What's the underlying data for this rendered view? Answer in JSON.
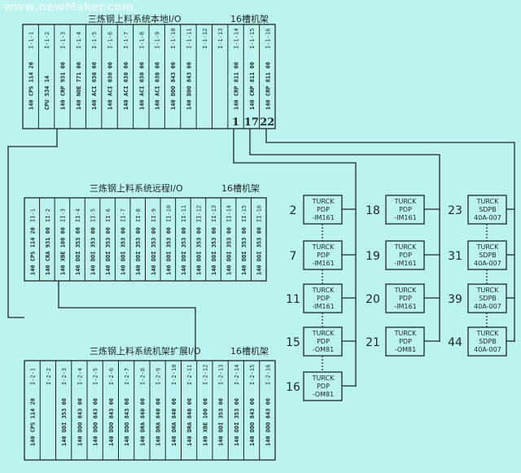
{
  "watermark": "www.newMaker.com",
  "racks": [
    {
      "title": "三炼钢上料系统本地I/O",
      "size": "16槽机架",
      "slots": [
        {
          "label": "I-1-1",
          "module": "140 CPS 114 20"
        },
        {
          "label": "I-1-2",
          "module": "CPU 534 14"
        },
        {
          "label": "I-1-3",
          "module": "140 CRP 931 00"
        },
        {
          "label": "I-1-4",
          "module": "140 NOE 771 00"
        },
        {
          "label": "I-1-5",
          "module": "140 ACI 030 00"
        },
        {
          "label": "I-1-6",
          "module": "140 ACI 030 00"
        },
        {
          "label": "I-1-7",
          "module": "140 ACI 030 00"
        },
        {
          "label": "I-1-8",
          "module": "140 ACI 030 00"
        },
        {
          "label": "I-1-9",
          "module": "140 ACI 030 00"
        },
        {
          "label": "I-1-10",
          "module": "140 DDO 843 00"
        },
        {
          "label": "I-1-11",
          "module": "140 DDO 843 00"
        },
        {
          "label": "I-1-12",
          "module": ""
        },
        {
          "label": "I-1-13",
          "module": ""
        },
        {
          "label": "I-1-14",
          "module": "140 CRP 811 00",
          "num": "1"
        },
        {
          "label": "I-1-15",
          "module": "140 CRP 811 00",
          "num": "17"
        },
        {
          "label": "I-1-16",
          "module": "140 CRP 811 00",
          "num": "22"
        }
      ]
    },
    {
      "title": "三炼钢上料系统远程I/O",
      "size": "16槽机架",
      "slots": [
        {
          "label": "II-1",
          "module": "140 CPS 114 20"
        },
        {
          "label": "II-2",
          "module": "140 CRA 931 00"
        },
        {
          "label": "II-3",
          "module": "140 XBE 100 00"
        },
        {
          "label": "II-4",
          "module": "140 DDI 353 00"
        },
        {
          "label": "II-5",
          "module": "140 DDI 353 00"
        },
        {
          "label": "II-6",
          "module": "140 DDI 353 00"
        },
        {
          "label": "II-7",
          "module": "140 DDI 353 00"
        },
        {
          "label": "II-8",
          "module": "140 DDI 353 00"
        },
        {
          "label": "II-9",
          "module": "140 DDI 353 00"
        },
        {
          "label": "II-10",
          "module": "140 DDI 353 00"
        },
        {
          "label": "II-11",
          "module": "140 DDI 353 00"
        },
        {
          "label": "II-12",
          "module": "140 DDI 353 00"
        },
        {
          "label": "II-13",
          "module": "140 DDI 353 00"
        },
        {
          "label": "II-14",
          "module": "140 DDI 353 00"
        },
        {
          "label": "II-15",
          "module": "140 DDI 353 00"
        },
        {
          "label": "II-16",
          "module": "140 DDI 353 00"
        }
      ]
    },
    {
      "title": "三炼钢上料系统机架扩展I/O",
      "size": "16槽机架",
      "slots": [
        {
          "label": "I-2-1",
          "module": "140 CPS 114 20"
        },
        {
          "label": "I-2-2",
          "module": ""
        },
        {
          "label": "I-2-3",
          "module": "140 DDI 353 00"
        },
        {
          "label": "I-2-4",
          "module": "140 DDO 843 00"
        },
        {
          "label": "I-2-5",
          "module": "140 DDO 843 00"
        },
        {
          "label": "I-2-6",
          "module": "140 DDO 843 00"
        },
        {
          "label": "I-2-7",
          "module": "140 DDO 843 00"
        },
        {
          "label": "I-2-8",
          "module": "140 DRA 840 00"
        },
        {
          "label": "I-2-9",
          "module": "140 DRA 840 00"
        },
        {
          "label": "I-2-10",
          "module": "140 DRA 840 00"
        },
        {
          "label": "I-2-11",
          "module": "140 DRA 840 00"
        },
        {
          "label": "I-2-12",
          "module": "140 XBE 100 00"
        },
        {
          "label": "I-2-13",
          "module": "140 DDI 353 00"
        },
        {
          "label": "I-2-14",
          "module": "140 DDI 353 00"
        },
        {
          "label": "I-2-15",
          "module": "140 DDO 843 00"
        },
        {
          "label": "I-2-16",
          "module": "140 DDO 843 00"
        }
      ]
    }
  ],
  "columns": [
    {
      "nodes": [
        {
          "num": "2",
          "lines": [
            "TURCK",
            "PDP",
            "-IM161"
          ]
        },
        {
          "num": "7",
          "lines": [
            "TURCK",
            "PDP",
            "-IM161"
          ]
        },
        {
          "num": "11",
          "lines": [
            "TURCK",
            "PDP",
            "-IM161"
          ]
        },
        {
          "num": "15",
          "lines": [
            "TURCK",
            "PDP",
            "-OM81"
          ]
        },
        {
          "num": "16",
          "lines": [
            "TURCK",
            "PDP",
            "-OM81"
          ]
        }
      ]
    },
    {
      "nodes": [
        {
          "num": "18",
          "lines": [
            "TURCK",
            "PDP",
            "-IM161"
          ]
        },
        {
          "num": "19",
          "lines": [
            "TURCK",
            "PDP",
            "-IM161"
          ]
        },
        {
          "num": "20",
          "lines": [
            "TURCK",
            "PDP",
            "-IM161"
          ]
        },
        {
          "num": "21",
          "lines": [
            "TURCK",
            "PDP",
            "-OM81"
          ]
        }
      ]
    },
    {
      "nodes": [
        {
          "num": "23",
          "lines": [
            "TURCK",
            "SDPB",
            "40A-007"
          ]
        },
        {
          "num": "31",
          "lines": [
            "TURCK",
            "SDPB",
            "40A-007"
          ]
        },
        {
          "num": "39",
          "lines": [
            "TURCK",
            "SDPB",
            "40A-007"
          ]
        },
        {
          "num": "44",
          "lines": [
            "TURCK",
            "SDPB",
            "40A-007"
          ]
        }
      ]
    }
  ]
}
